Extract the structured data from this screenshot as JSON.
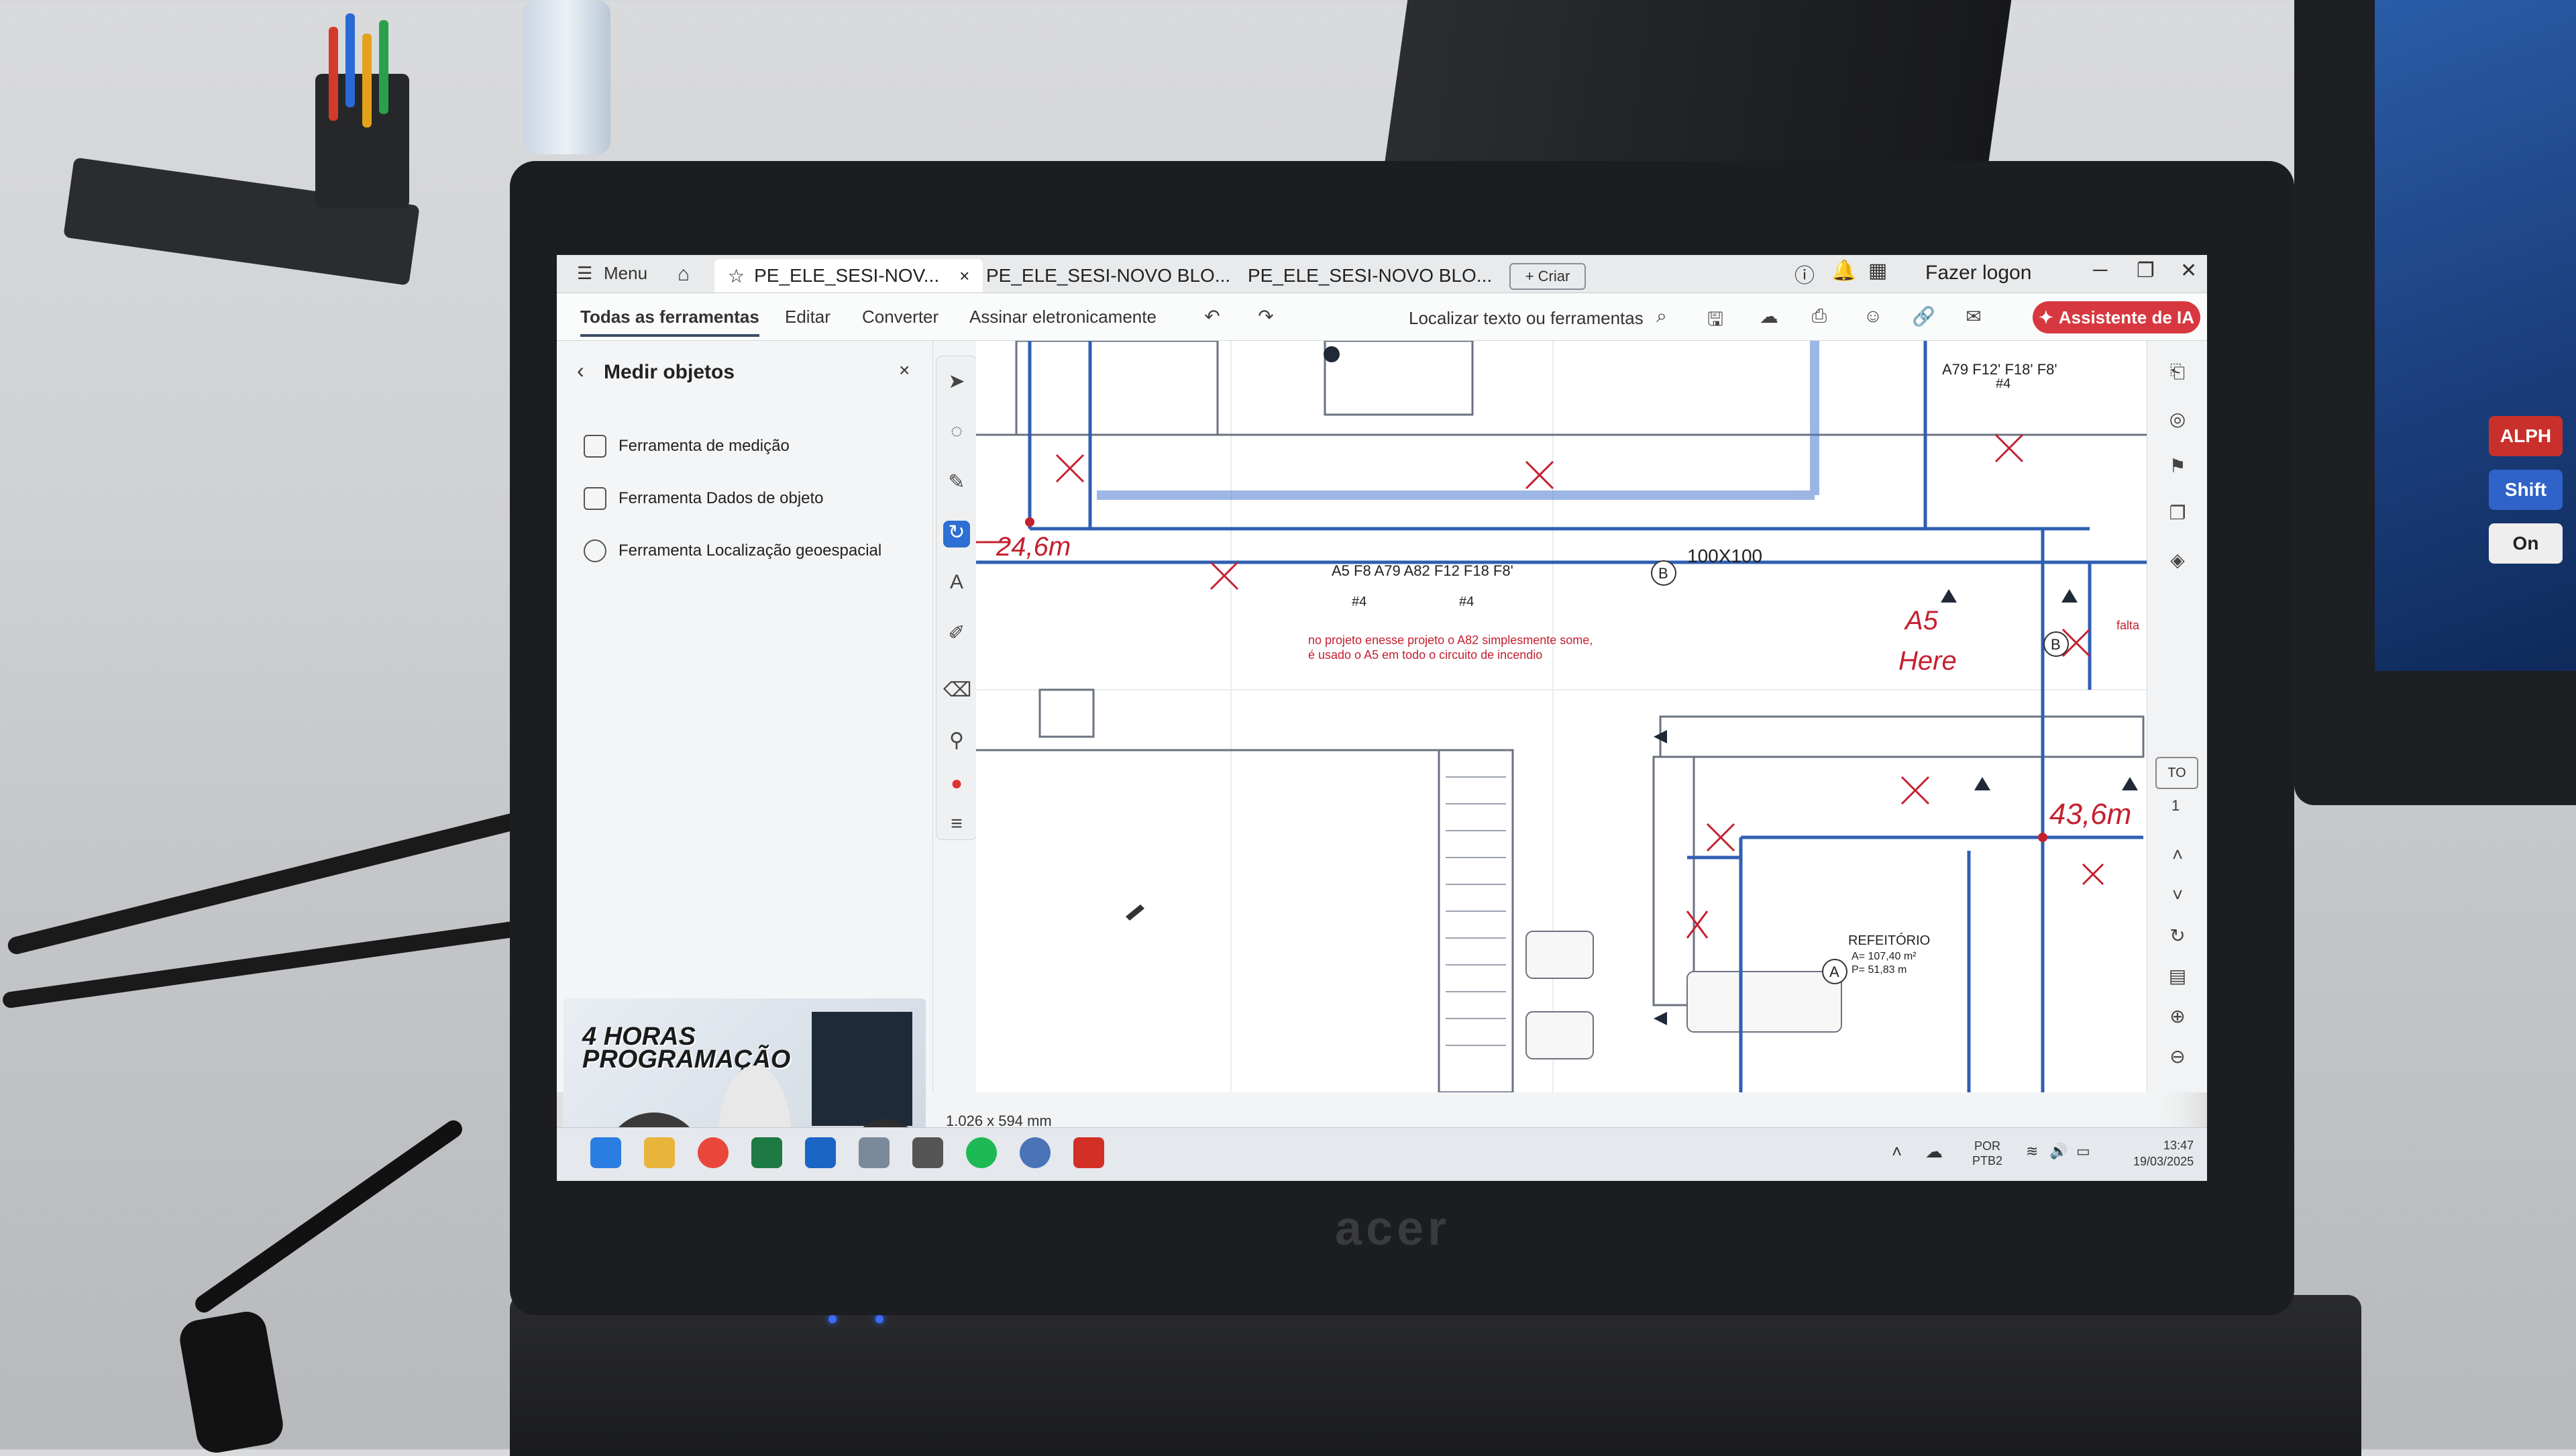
{
  "tab_bar": {
    "menu_label": "Menu",
    "tabs": [
      {
        "label": "PE_ELE_SESI-NOV...",
        "active": true
      },
      {
        "label": "PE_ELE_SESI-NOVO BLO...",
        "active": false
      },
      {
        "label": "PE_ELE_SESI-NOVO BLO...",
        "active": false
      }
    ],
    "new_tab_label": "+ Criar",
    "logon_label": "Fazer logon"
  },
  "toolbar": {
    "menu_tabs": [
      "Todas as ferramentas",
      "Editar",
      "Converter",
      "Assinar eletronicamente"
    ],
    "find_label": "Localizar texto ou ferramentas",
    "ai_button_label": "Assistente de IA"
  },
  "panel": {
    "title": "Medir objetos",
    "tools": [
      "Ferramenta de medição",
      "Ferramenta Dados de objeto",
      "Ferramenta Localização geoespacial"
    ]
  },
  "video": {
    "title_line1": "4 HORAS",
    "title_line2": "PROGRAMAÇÃO"
  },
  "document": {
    "dimensions_label": "1.026 x 594 mm",
    "page_box_label": "TO",
    "page_number": "1"
  },
  "drawing": {
    "annotation_1": "24,6m",
    "annotation_2": "43,6m",
    "hand_note_1": "A5",
    "hand_note_2": "Here",
    "duct_label": "100X100",
    "circuit_labels_top": "A79 F12' F18' F8'",
    "circuit_labels_mid": "A5 F8 A79 A82 F12 F18 F8'",
    "circuit_tag_4": "#4",
    "note_line1": "no projeto enesse projeto o A82 simplesmente some,",
    "note_line2": "é usado o A5 em todo o circuito de incendio",
    "room_name": "REFEITÓRIO",
    "room_area": "A= 107,40 m²",
    "room_perimeter": "P= 51,83 m",
    "label_falta": "falta",
    "marker_b": "B",
    "marker_a": "A"
  },
  "taskbar": {
    "lang_line1": "POR",
    "lang_line2": "PTB2",
    "time": "13:47",
    "date": "19/03/2025"
  },
  "laptop": {
    "brand": "acer"
  },
  "colors": {
    "ai_button": "#d7373f",
    "selected_tool": "#2d6fd3",
    "drawing_blue": "#2f5fb3",
    "annotation_red": "#c42030"
  }
}
